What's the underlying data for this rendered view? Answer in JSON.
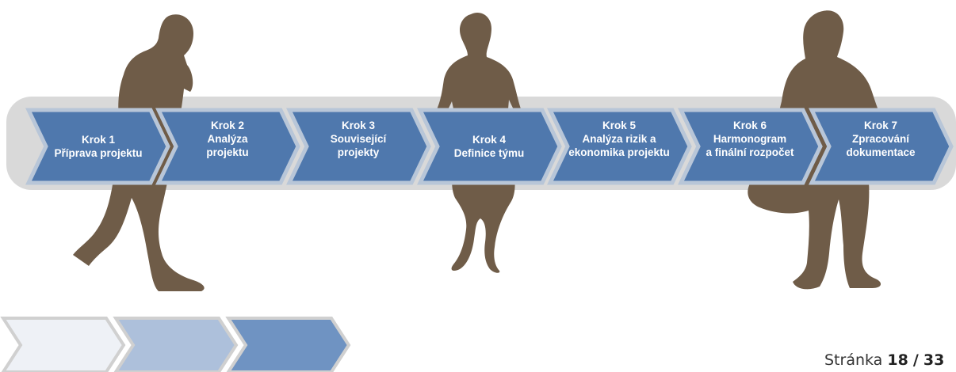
{
  "colors": {
    "silhouette": "#6f5c48",
    "band": "#d9d9d9",
    "chevron": "#4f78ad",
    "chevron_border": "#b8c6d8",
    "legend": [
      "#eef1f6",
      "#adc0db",
      "#6f93c2"
    ]
  },
  "steps": [
    {
      "line1": "Krok 1",
      "line2": "Příprava projektu",
      "line3": ""
    },
    {
      "line1": "Krok 2",
      "line2": "Analýza",
      "line3": "projektu"
    },
    {
      "line1": "Krok 3",
      "line2": "Související",
      "line3": "projekty"
    },
    {
      "line1": "Krok 4",
      "line2": "Definice týmu",
      "line3": ""
    },
    {
      "line1": "Krok 5",
      "line2": "Analýza rizik a",
      "line3": "ekonomika projektu"
    },
    {
      "line1": "Krok 6",
      "line2": "Harmonogram",
      "line3": "a finální rozpočet"
    },
    {
      "line1": "Krok 7",
      "line2": "Zpracování",
      "line3": "dokumentace"
    }
  ],
  "footer": {
    "label": "Stránka",
    "page": "18",
    "total": "33"
  }
}
